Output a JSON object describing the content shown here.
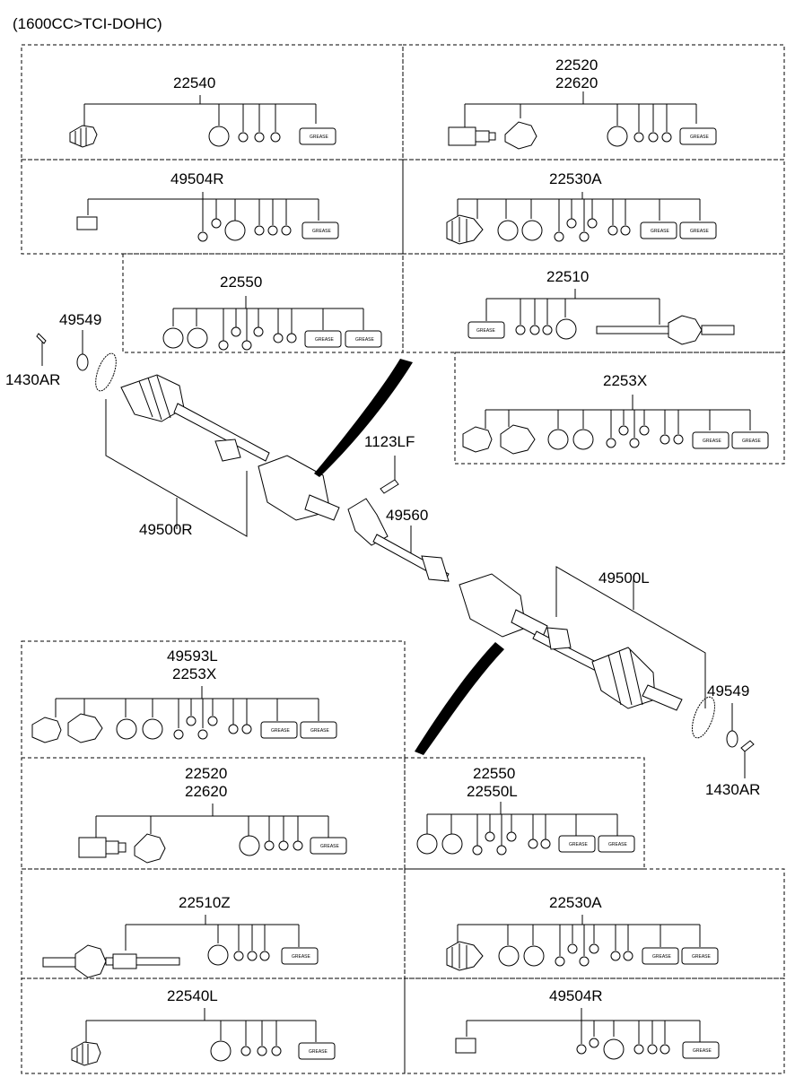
{
  "title": "(1600CC>TCI-DOHC)",
  "kit_labels": {
    "k_22540": "22540",
    "k_22520_a": "22520",
    "k_22620_a": "22620",
    "k_49504R_a": "49504R",
    "k_22530A_a": "22530A",
    "k_22550_a": "22550",
    "k_22510": "22510",
    "k_2253X_a": "2253X",
    "k_49593L": "49593L",
    "k_2253X_b": "2253X",
    "k_22520_b": "22520",
    "k_22620_b": "22620",
    "k_22550_b": "22550",
    "k_22550L": "22550L",
    "k_22510Z": "22510Z",
    "k_22530A_b": "22530A",
    "k_22540L": "22540L",
    "k_49504R_b": "49504R"
  },
  "part_labels": {
    "p_49549_left": "49549",
    "p_1430AR_left": "1430AR",
    "p_49500R": "49500R",
    "p_1123LF": "1123LF",
    "p_49560": "49560",
    "p_49500L": "49500L",
    "p_49549_right": "49549",
    "p_1430AR_right": "1430AR"
  },
  "grease_label": "GREASE"
}
